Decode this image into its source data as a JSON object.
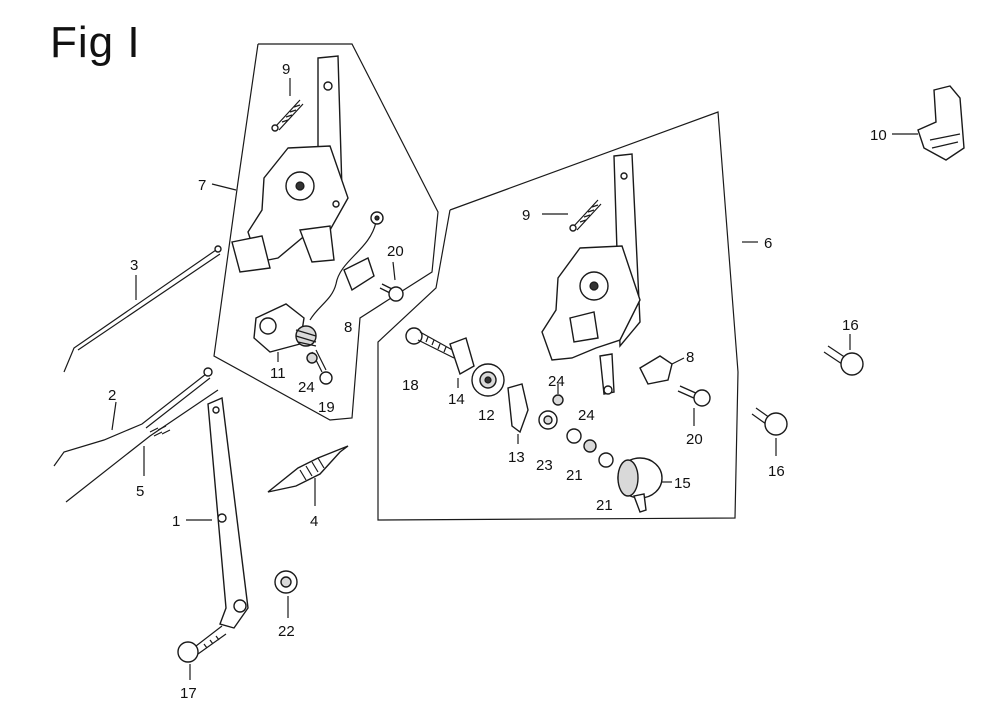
{
  "figure_title": "Fig I",
  "callouts": [
    "1",
    "2",
    "3",
    "4",
    "5",
    "6",
    "7",
    "8",
    "9",
    "10",
    "11",
    "12",
    "13",
    "14",
    "15",
    "16",
    "17",
    "18",
    "19",
    "20",
    "21",
    "22",
    "23",
    "24"
  ],
  "labels": {
    "p1": "1",
    "p2": "2",
    "p3": "3",
    "p4": "4",
    "p5": "5",
    "p6": "6",
    "p7": "7",
    "p8a": "8",
    "p8b": "8",
    "p9a": "9",
    "p9b": "9",
    "p10": "10",
    "p11": "11",
    "p12": "12",
    "p13": "13",
    "p14": "14",
    "p15": "15",
    "p16a": "16",
    "p16b": "16",
    "p17": "17",
    "p18": "18",
    "p19": "19",
    "p20a": "20",
    "p20b": "20",
    "p21a": "21",
    "p21b": "21",
    "p22": "22",
    "p23": "23",
    "p24a": "24",
    "p24b": "24",
    "p24c": "24"
  },
  "colors": {
    "line": "#1a1a1a",
    "fill": "#ffffff",
    "shade": "#d9d9d9"
  }
}
